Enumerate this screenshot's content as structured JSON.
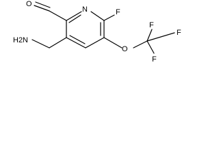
{
  "molecule": {
    "atoms": {
      "ring_n": "N",
      "fluoro": "F",
      "ether_o": "O",
      "cf3_f_top": "F",
      "cf3_f_right": "F",
      "cf3_f_bottom": "F",
      "aldehyde_o": "O",
      "amine": "H2N"
    }
  },
  "colors": {
    "bond": "#000000",
    "label": "#000000",
    "background": "#ffffff"
  }
}
